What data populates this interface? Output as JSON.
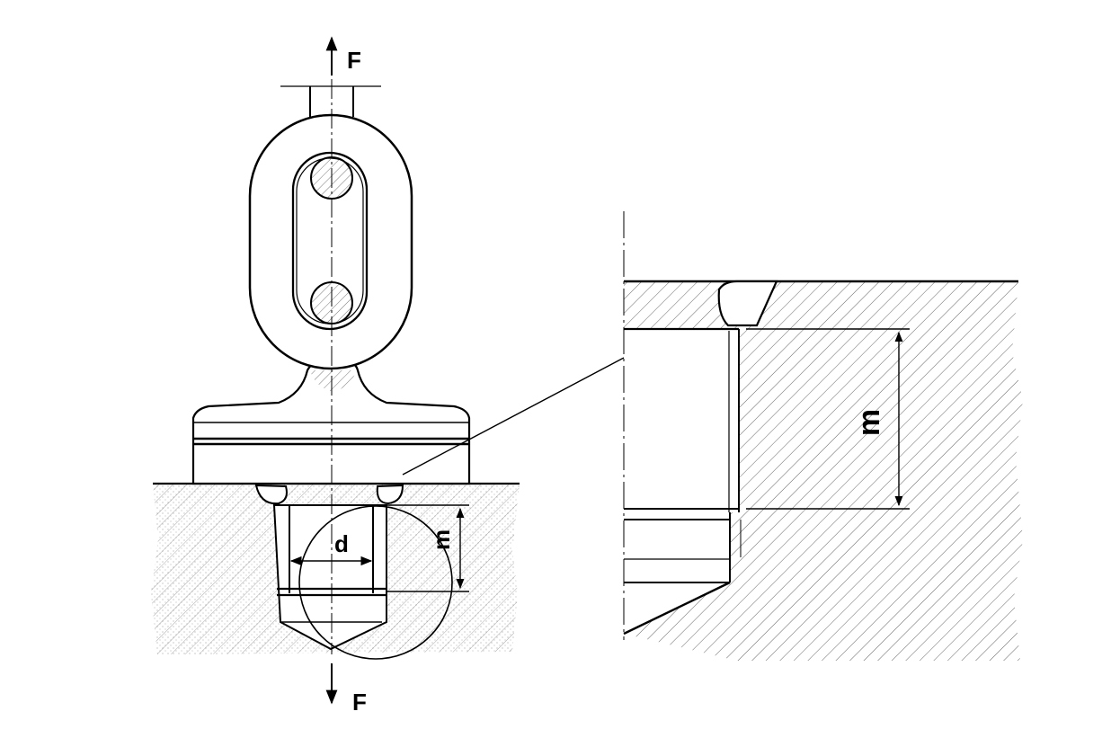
{
  "labels": {
    "force_top": "F",
    "force_bottom": "F",
    "diameter": "d",
    "thread_depth": "m",
    "detail_depth": "m"
  },
  "colors": {
    "ink": "#000000",
    "hatch": "#444444",
    "background": "#ffffff"
  }
}
